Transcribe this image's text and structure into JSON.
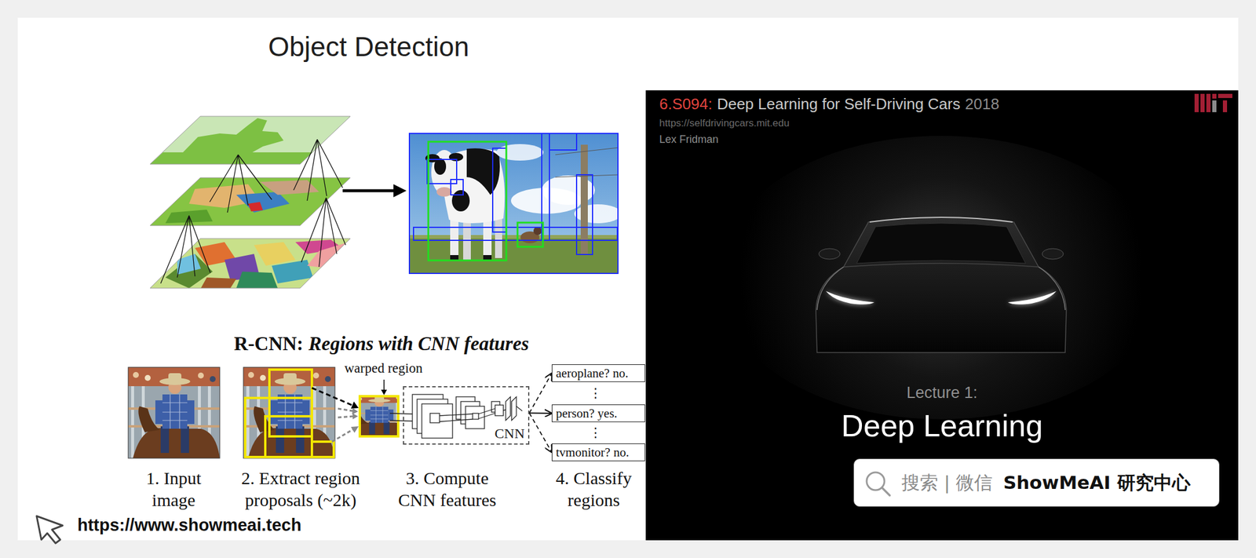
{
  "diagram": {
    "title": "Object Detection",
    "nodes": [
      {
        "text": [
          "CNN"
        ]
      },
      {
        "text": [
          "aeroplane? no."
        ]
      },
      {
        "text": [
          "person? yes."
        ]
      },
      {
        "text": [
          "tvmonitor? no."
        ]
      },
      {
        "text": [
          "6.S094:",
          "Deep Learning for Self-Driving Cars",
          "2018",
          "https://selfdrivingcars.mit.edu",
          "Lex Fridman",
          "Lecture 1:",
          "Deep Learning"
        ]
      },
      {
        "text": [
          "搜索 | 微信",
          "ShowMeAI 研究中心"
        ],
        "in": 4
      }
    ],
    "edges": [
      {
        "from": 0,
        "to": 1,
        "arrow": "to"
      },
      {
        "from": 0,
        "to": 2,
        "arrow": "to"
      },
      {
        "from": 0,
        "to": 3,
        "arrow": "to"
      }
    ],
    "labels": [
      "R-CNN:",
      "Regions with CNN features",
      "warped region",
      "⋮",
      "⋮",
      "1. Input image",
      "2. Extract region proposals (~2k)",
      "3. Compute CNN features",
      "4. Classify regions",
      "https://www.showmeai.tech"
    ]
  }
}
